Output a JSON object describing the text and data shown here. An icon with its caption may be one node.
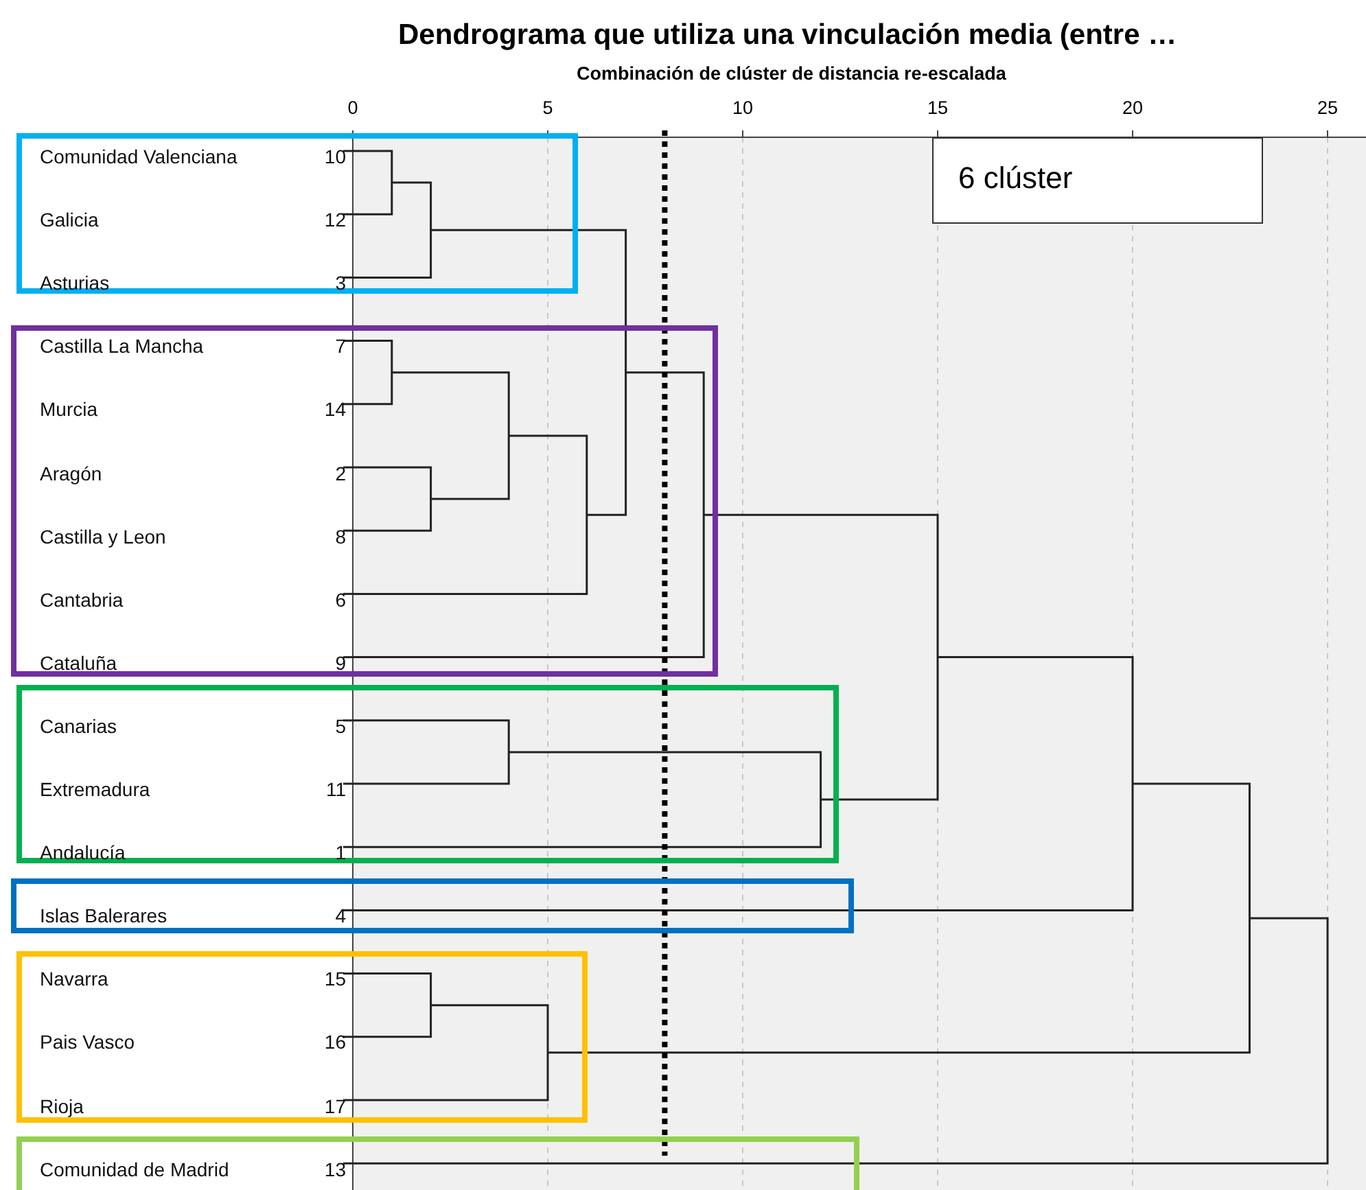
{
  "diagram": {
    "title": "Dendrograma que utiliza una vinculación media (entre …",
    "nodes": [
      {
        "text": [],
        "shape": "box"
      },
      {
        "text": [
          "Comunidad Valenciana",
          "10"
        ],
        "in": 0
      },
      {
        "text": [
          "Galicia",
          "12"
        ],
        "in": 0
      },
      {
        "text": [
          "Asturias",
          "3"
        ],
        "in": 0
      },
      {
        "text": [],
        "shape": "box"
      },
      {
        "text": [
          "Castilla La Mancha",
          "7"
        ],
        "in": 4
      },
      {
        "text": [
          "Murcia",
          "14"
        ],
        "in": 4
      },
      {
        "text": [
          "Aragón",
          "2"
        ],
        "in": 4
      },
      {
        "text": [
          "Castilla y Leon",
          "8"
        ],
        "in": 4
      },
      {
        "text": [
          "Cantabria",
          "6"
        ],
        "in": 4
      },
      {
        "text": [
          "Cataluña",
          "9"
        ],
        "in": 4
      },
      {
        "text": [],
        "shape": "box"
      },
      {
        "text": [
          "Canarias",
          "5"
        ],
        "in": 11
      },
      {
        "text": [
          "Extremadura",
          "11"
        ],
        "in": 11
      },
      {
        "text": [
          "Andalucía",
          "1"
        ],
        "in": 11
      },
      {
        "text": [],
        "shape": "box"
      },
      {
        "text": [
          "Islas Balerares",
          "4"
        ],
        "in": 15
      },
      {
        "text": [],
        "shape": "box"
      },
      {
        "text": [
          "Navarra",
          "15"
        ],
        "in": 17
      },
      {
        "text": [
          "Pais Vasco",
          "16"
        ],
        "in": 17
      },
      {
        "text": [
          "Rioja",
          "17"
        ],
        "in": 17
      },
      {
        "text": [],
        "shape": "box"
      },
      {
        "text": [
          "Comunidad de Madrid",
          "13"
        ],
        "in": 21
      },
      {
        "text": [
          "6 clúster"
        ]
      }
    ],
    "edges": [],
    "labels": [
      "Combinación de clúster de distancia re-escalada",
      "0",
      "5",
      "10",
      "15",
      "20",
      "25"
    ]
  }
}
